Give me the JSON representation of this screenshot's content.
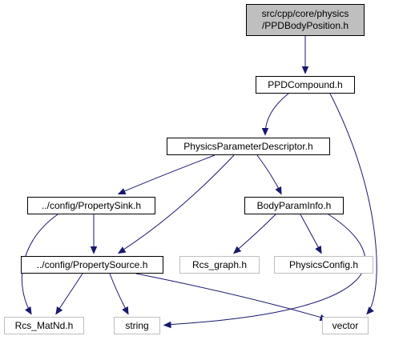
{
  "nodes": {
    "root": {
      "line1": "src/cpp/core/physics",
      "line2": "/PPDBodyPosition.h"
    },
    "ppd_compound": "PPDCompound.h",
    "ppd_descriptor": "PhysicsParameterDescriptor.h",
    "property_sink": "../config/PropertySink.h",
    "body_param_info": "BodyParamInfo.h",
    "property_source": "../config/PropertySource.h",
    "rcs_graph": "Rcs_graph.h",
    "physics_config": "PhysicsConfig.h",
    "rcs_matnd": "Rcs_MatNd.h",
    "string": "string",
    "vector": "vector"
  },
  "edges": [
    [
      "root",
      "ppd_compound"
    ],
    [
      "ppd_compound",
      "ppd_descriptor"
    ],
    [
      "ppd_compound",
      "vector"
    ],
    [
      "ppd_descriptor",
      "property_sink"
    ],
    [
      "ppd_descriptor",
      "property_source"
    ],
    [
      "ppd_descriptor",
      "body_param_info"
    ],
    [
      "property_sink",
      "property_source"
    ],
    [
      "property_sink",
      "rcs_matnd"
    ],
    [
      "body_param_info",
      "rcs_graph"
    ],
    [
      "body_param_info",
      "physics_config"
    ],
    [
      "body_param_info",
      "string"
    ],
    [
      "property_source",
      "rcs_matnd"
    ],
    [
      "property_source",
      "string"
    ],
    [
      "property_source",
      "vector"
    ]
  ],
  "colors": {
    "edge": "#191970",
    "external_border": "#bfbfbf",
    "root_fill": "#bfbfbf"
  }
}
